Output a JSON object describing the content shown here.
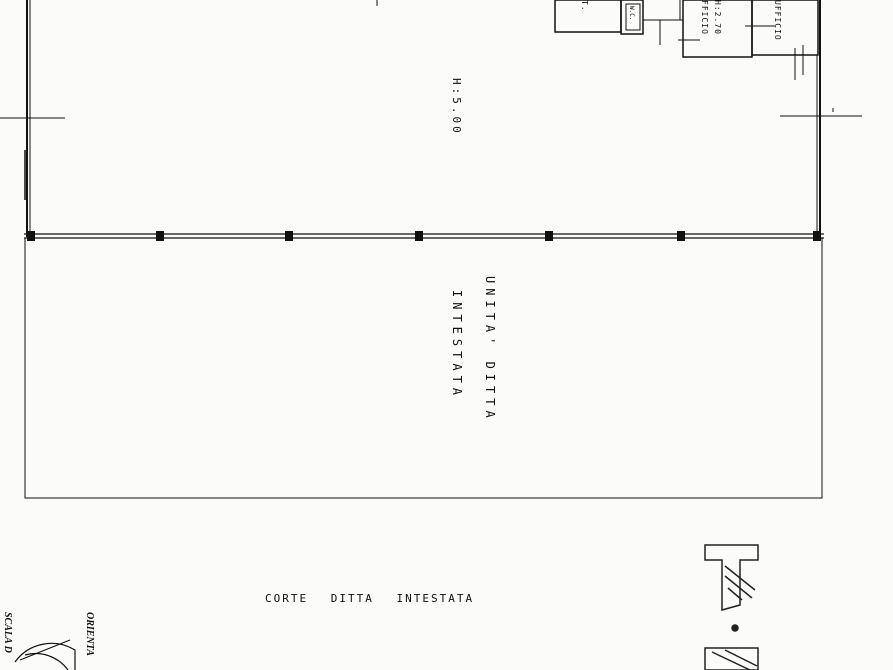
{
  "labels": {
    "height_main": "H:5.00",
    "unit_line1": "UNITA' DITTA",
    "unit_line2": "INTESTATA",
    "courtyard": "CORTE DITTA INTESTATA",
    "room_ufficio_a": "UFFICIO",
    "room_height": "H:2.70",
    "room_ufficio_b": "FFICIO",
    "room_wc": "W.C.",
    "room_t": "T.",
    "orientation": "ORIENTA",
    "scale": "SCALA D",
    "title_letters": "P.T."
  },
  "colors": {
    "ink": "#111111",
    "paper": "#fbfbfa"
  }
}
